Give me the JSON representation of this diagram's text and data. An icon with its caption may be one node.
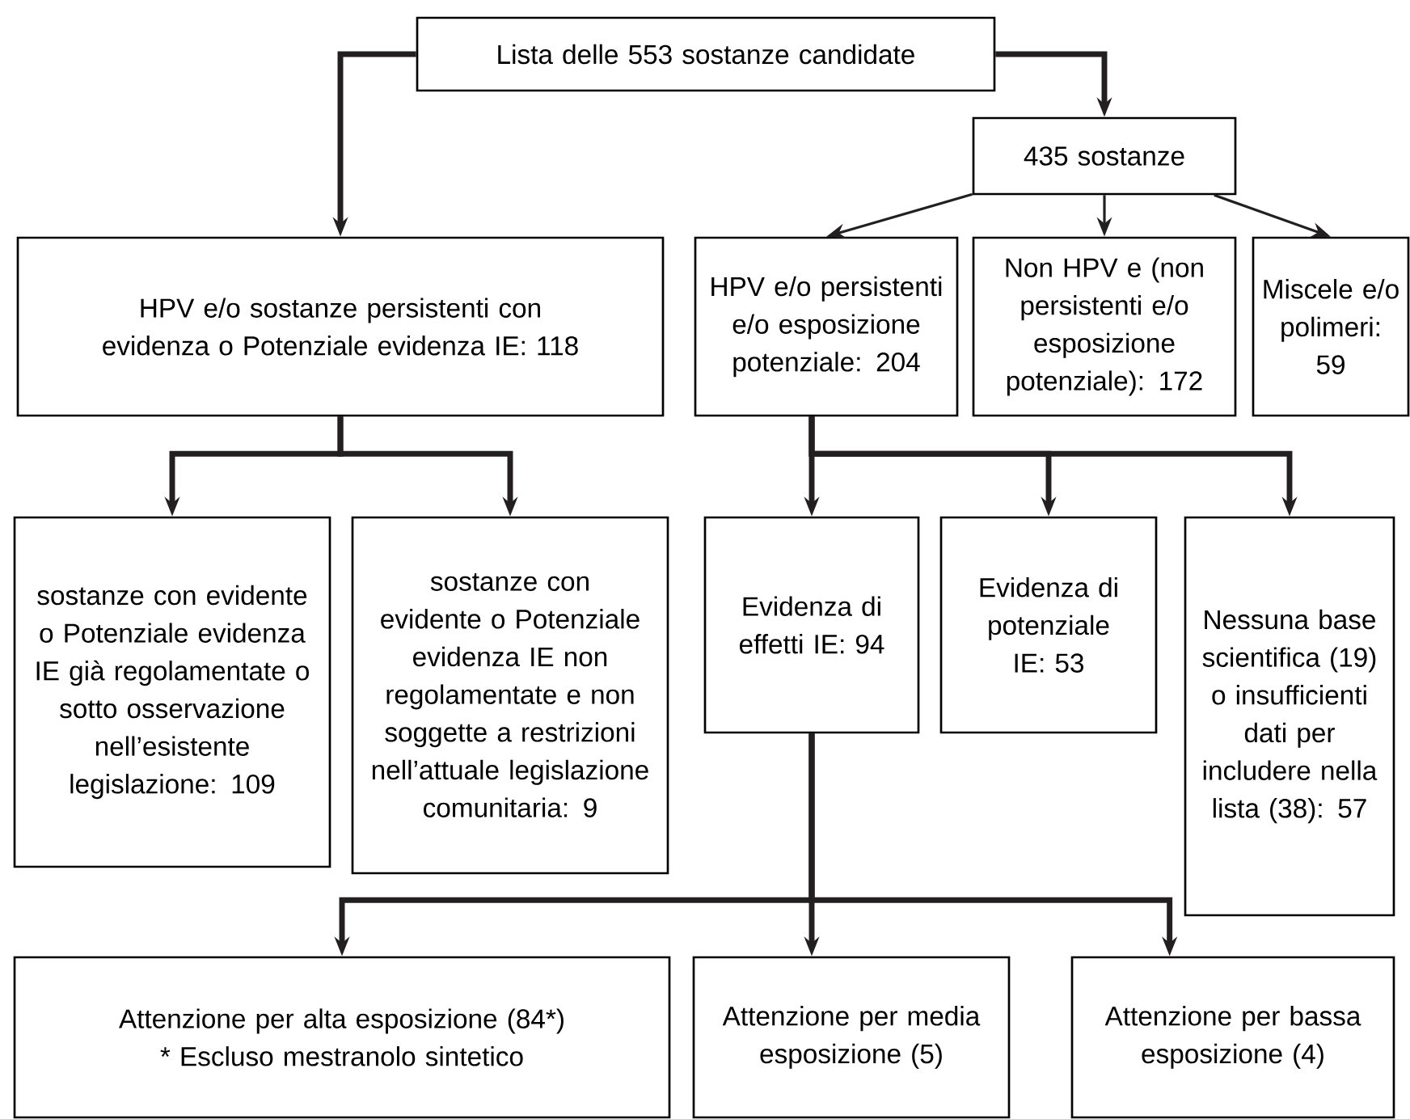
{
  "diagram": {
    "nodes": [
      {
        "text": [
          "Lista delle 553 sostanze candidate"
        ]
      },
      {
        "text": [
          "435 sostanze"
        ]
      },
      {
        "text": [
          "HPV e/o sostanze persistenti con evidenza o Potenziale evidenza IE: 118"
        ]
      },
      {
        "text": [
          "HPV e/o persistenti e/o esposizione potenziale: 204"
        ]
      },
      {
        "text": [
          "Non HPV e (non persistenti e/o esposizione potenziale): 172"
        ]
      },
      {
        "text": [
          "Miscele e/o polimeri: 59"
        ]
      },
      {
        "text": [
          "sostanze con evidente o Potenziale evidenza IE già regolamentate o sotto osservazione nell’esistente legislazione: 109"
        ]
      },
      {
        "text": [
          "sostanze con evidente o Potenziale evidenza IE non regolamentate e non soggette a restrizioni nell’attuale legislazione comunitaria: 9"
        ]
      },
      {
        "text": [
          "Evidenza di effetti IE: 94"
        ]
      },
      {
        "text": [
          "Evidenza di potenziale IE: 53"
        ]
      },
      {
        "text": [
          "Nessuna base scientifica (19) o insufficienti dati per includere nella lista (38): 57"
        ]
      },
      {
        "text": [
          "Attenzione per alta esposizione (84*)",
          "* Escluso mestranolo sintetico"
        ]
      },
      {
        "text": [
          "Attenzione per media esposizione (5)"
        ]
      },
      {
        "text": [
          "Attenzione per bassa esposizione (4)"
        ]
      }
    ],
    "edges": [
      {
        "from": 0,
        "to": 2,
        "arrow": "to"
      },
      {
        "from": 0,
        "to": 1,
        "arrow": "to"
      },
      {
        "from": 1,
        "to": 3,
        "arrow": "to"
      },
      {
        "from": 1,
        "to": 4,
        "arrow": "to"
      },
      {
        "from": 1,
        "to": 5,
        "arrow": "to"
      },
      {
        "from": 2,
        "to": 6,
        "arrow": "to"
      },
      {
        "from": 2,
        "to": 7,
        "arrow": "to"
      },
      {
        "from": 3,
        "to": 8,
        "arrow": "to"
      },
      {
        "from": 3,
        "to": 9,
        "arrow": "to"
      },
      {
        "from": 3,
        "to": 10,
        "arrow": "to"
      },
      {
        "from": 8,
        "to": 11,
        "arrow": "to"
      },
      {
        "from": 8,
        "to": 12,
        "arrow": "to"
      },
      {
        "from": 8,
        "to": 13,
        "arrow": "to"
      }
    ]
  }
}
